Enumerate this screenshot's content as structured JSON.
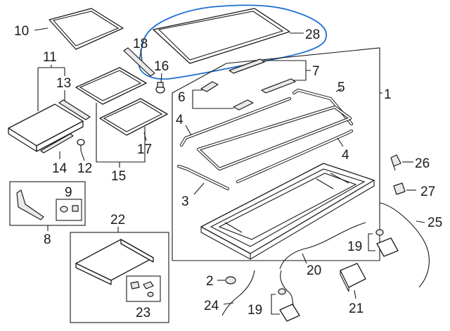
{
  "labels": {
    "p1": "1",
    "p2": "2",
    "p3": "3",
    "p4a": "4",
    "p4b": "4",
    "p5": "5",
    "p6": "6",
    "p7": "7",
    "p8": "8",
    "p9": "9",
    "p10": "10",
    "p11": "11",
    "p12": "12",
    "p13": "13",
    "p14": "14",
    "p15": "15",
    "p16": "16",
    "p17": "17",
    "p18": "18",
    "p19a": "19",
    "p19b": "19",
    "p20": "20",
    "p21": "21",
    "p22": "22",
    "p23": "23",
    "p24": "24",
    "p25": "25",
    "p26": "26",
    "p27": "27",
    "p28": "28"
  },
  "colors": {
    "highlight": "#1f6fd1",
    "ink": "#1a1a1a"
  }
}
